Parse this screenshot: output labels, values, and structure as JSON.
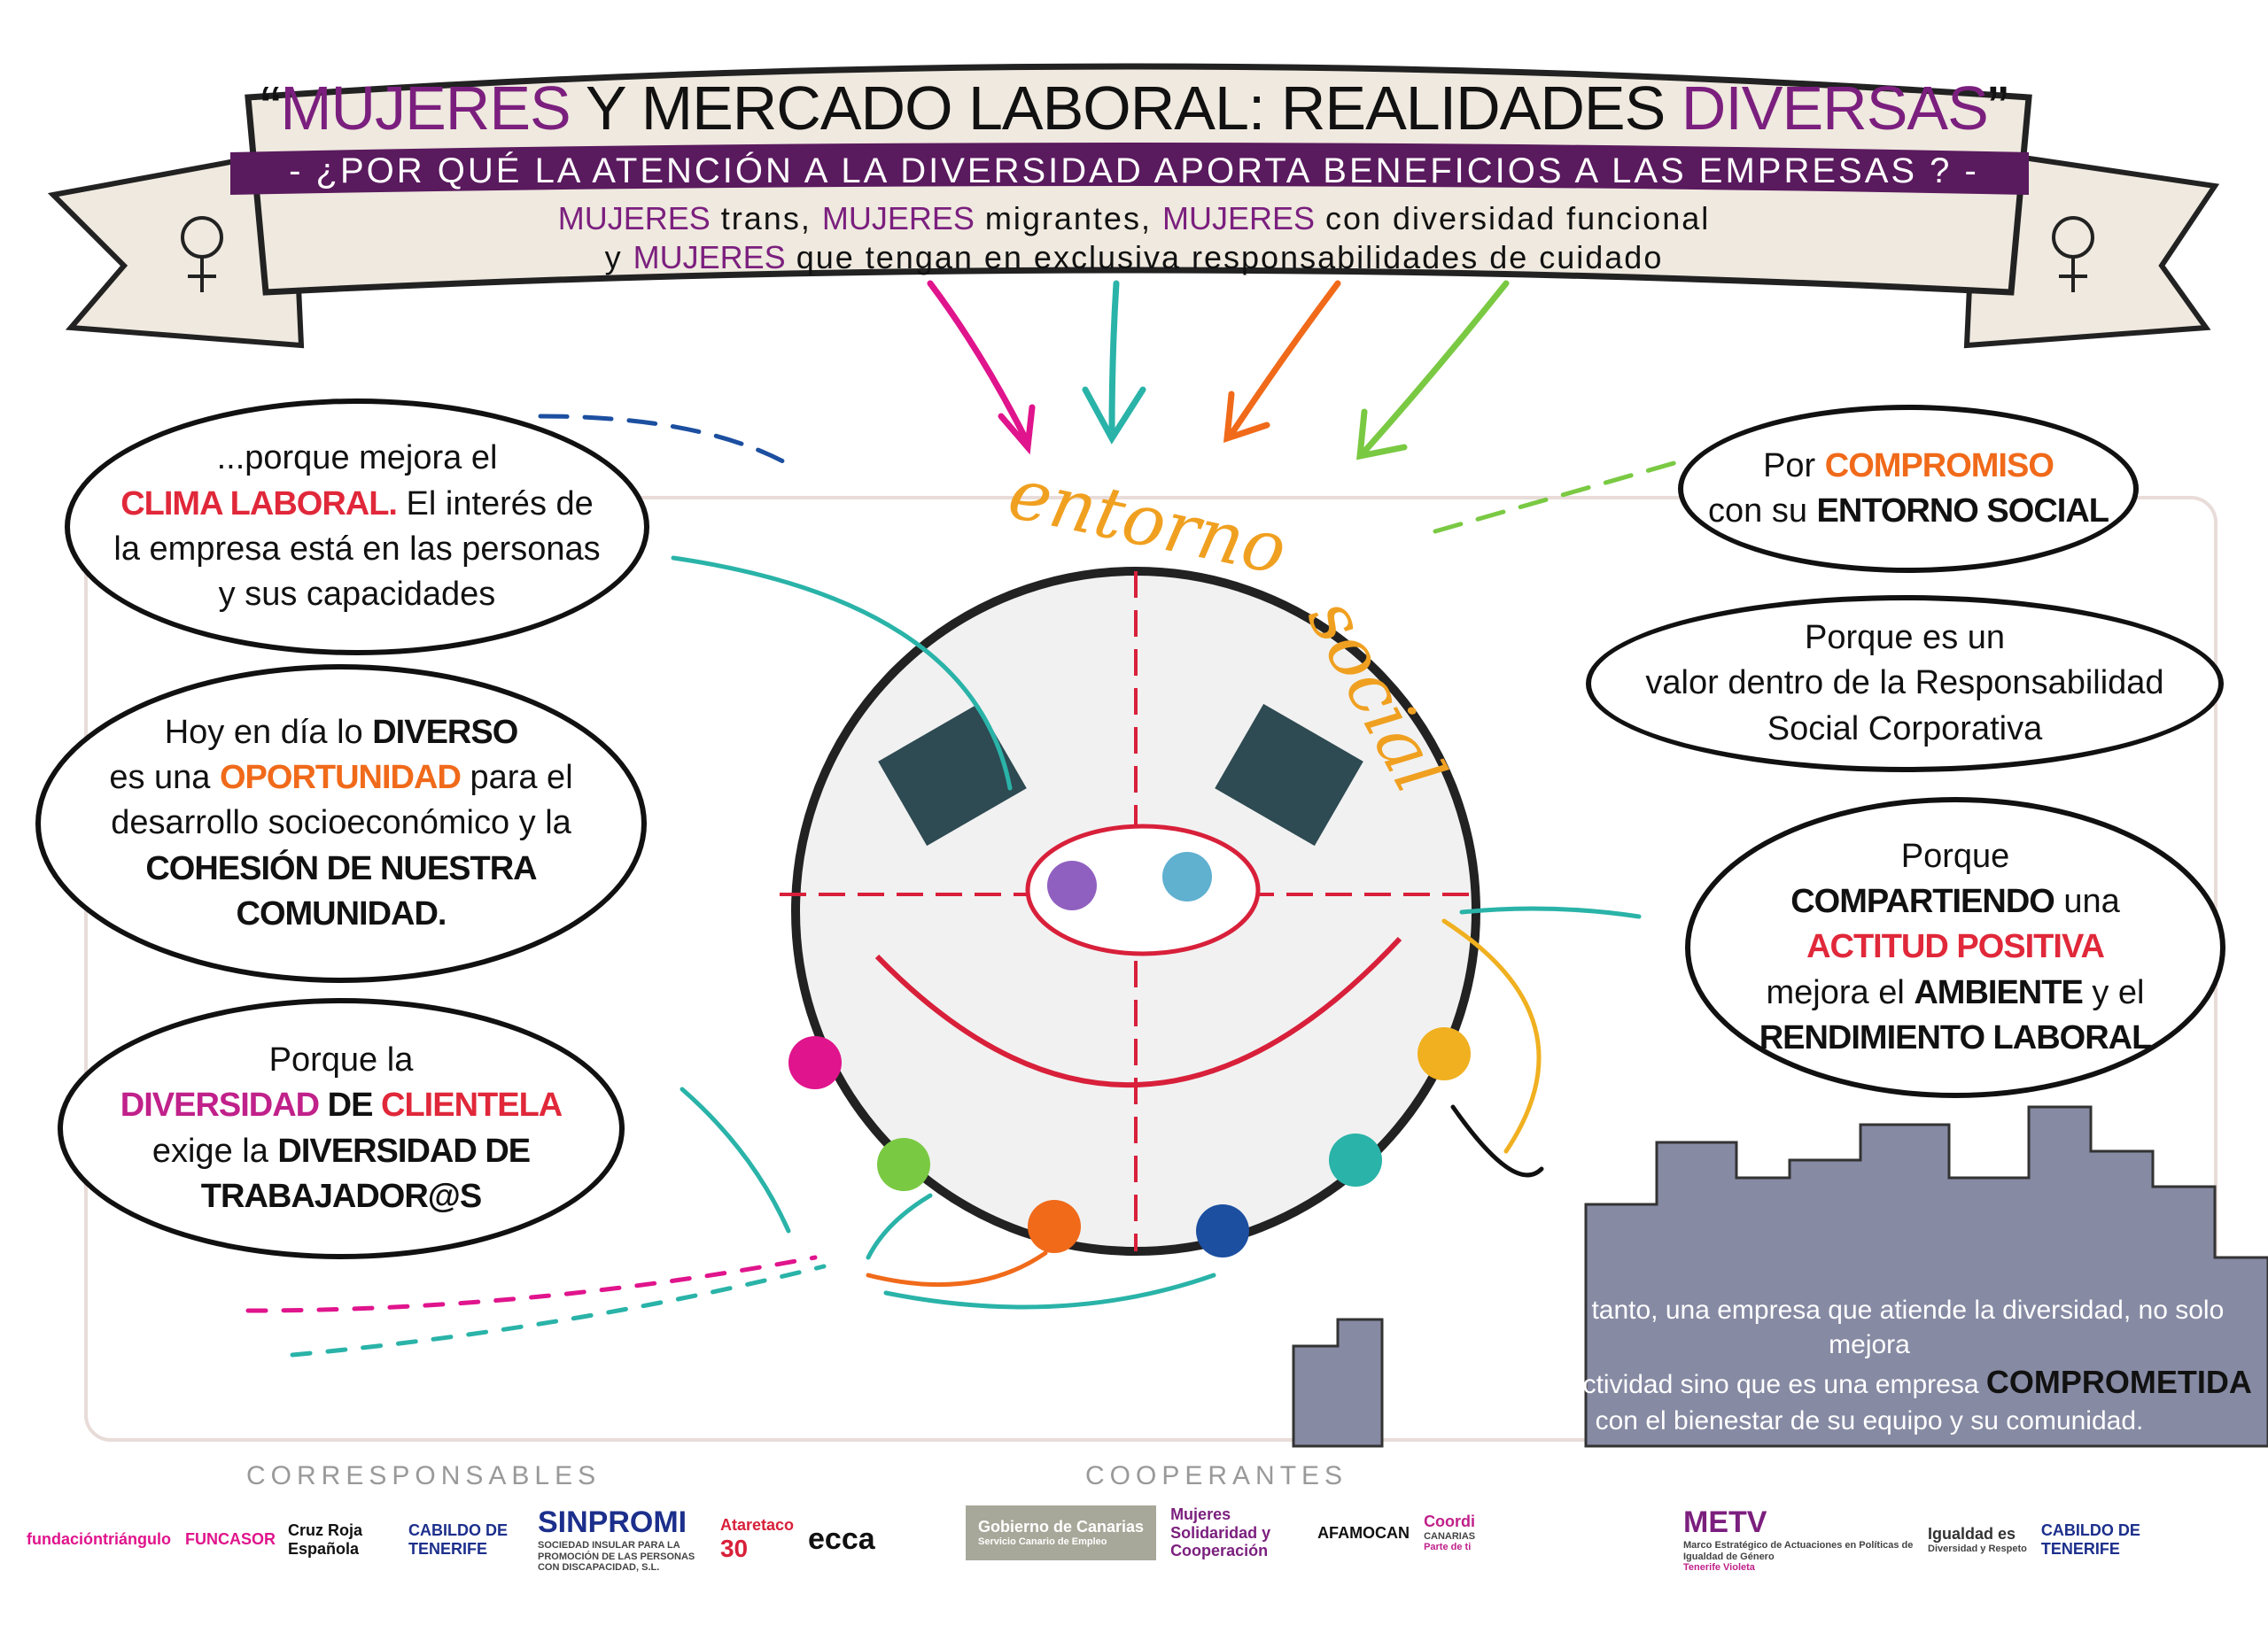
{
  "banner": {
    "title_quote_open": "“",
    "title_highlight_1": "MUJERES",
    "title_main": " Y MERCADO LABORAL: REALIDADES ",
    "title_highlight_2": "DIVERSAS",
    "title_quote_close": "”",
    "subtitle": "- ¿POR QUÉ LA ATENCIÓN A LA DIVERSIDAD APORTA BENEFICIOS A LAS EMPRESAS ? -",
    "line1": [
      {
        "t": "MUJERES",
        "hl": true
      },
      {
        "t": " trans, ",
        "hl": false
      },
      {
        "t": "MUJERES",
        "hl": true
      },
      {
        "t": " migrantes, ",
        "hl": false
      },
      {
        "t": "MUJERES",
        "hl": true
      },
      {
        "t": " con diversidad funcional",
        "hl": false
      }
    ],
    "line2": [
      {
        "t": "y ",
        "hl": false
      },
      {
        "t": "MUJERES",
        "hl": true
      },
      {
        "t": " que tengan en exclusiva responsabilidades de cuidado",
        "hl": false
      }
    ]
  },
  "colors": {
    "purple": "#5a1a5e",
    "highlight": "#7b1f7e",
    "red": "#e0283a",
    "orange": "#f06a1a",
    "city": "#868aa3",
    "entorno": "#f0a020"
  },
  "bubbles": [
    {
      "id": "clima-laboral",
      "lines": [
        [
          {
            "t": "...porque mejora el",
            "c": "#111"
          }
        ],
        [
          {
            "t": "CLIMA LABORAL.",
            "c": "#e0283a",
            "cap": true
          },
          {
            "t": " El interés de",
            "c": "#111"
          }
        ],
        [
          {
            "t": "la empresa está en las personas",
            "c": "#111"
          }
        ],
        [
          {
            "t": "y sus capacidades",
            "c": "#111"
          }
        ]
      ]
    },
    {
      "id": "oportunidad",
      "lines": [
        [
          {
            "t": "Hoy en día lo ",
            "c": "#111"
          },
          {
            "t": "DIVERSO",
            "c": "#111",
            "cap": true
          }
        ],
        [
          {
            "t": "es una ",
            "c": "#111"
          },
          {
            "t": "OPORTUNIDAD",
            "c": "#f06a1a",
            "cap": true
          },
          {
            "t": " para el",
            "c": "#111"
          }
        ],
        [
          {
            "t": "desarrollo socioeconómico y la",
            "c": "#111"
          }
        ],
        [
          {
            "t": "COHESIÓN DE NUESTRA",
            "c": "#111",
            "cap": true
          }
        ],
        [
          {
            "t": "COMUNIDAD.",
            "c": "#111",
            "cap": true
          }
        ]
      ]
    },
    {
      "id": "clientela",
      "lines": [
        [
          {
            "t": "Porque la",
            "c": "#111"
          }
        ],
        [
          {
            "t": "DIVERSIDAD",
            "c": "#c0218a",
            "cap": true
          },
          {
            "t": " DE ",
            "c": "#111",
            "cap": true
          },
          {
            "t": "CLIENTELA",
            "c": "#e0283a",
            "cap": true
          }
        ],
        [
          {
            "t": "exige la ",
            "c": "#111"
          },
          {
            "t": "DIVERSIDAD DE",
            "c": "#111",
            "cap": true
          }
        ],
        [
          {
            "t": "TRABAJADOR@S",
            "c": "#111",
            "cap": true
          }
        ]
      ]
    },
    {
      "id": "compromiso",
      "lines": [
        [
          {
            "t": "Por ",
            "c": "#111"
          },
          {
            "t": "COMPROMISO",
            "c": "#f06a1a",
            "cap": true
          }
        ],
        [
          {
            "t": "con su ",
            "c": "#111"
          },
          {
            "t": "ENTORNO SOCIAL",
            "c": "#111",
            "cap": true
          }
        ]
      ]
    },
    {
      "id": "rsc",
      "lines": [
        [
          {
            "t": "Porque es un",
            "c": "#111"
          }
        ],
        [
          {
            "t": "valor dentro de la Responsabilidad",
            "c": "#111"
          }
        ],
        [
          {
            "t": "Social Corporativa",
            "c": "#111"
          }
        ]
      ]
    },
    {
      "id": "actitud-positiva",
      "lines": [
        [
          {
            "t": "Porque",
            "c": "#111"
          }
        ],
        [
          {
            "t": "COMPARTIENDO",
            "c": "#111",
            "cap": true
          },
          {
            "t": " una",
            "c": "#111"
          }
        ],
        [
          {
            "t": "ACTITUD POSITIVA",
            "c": "#e0283a",
            "cap": true
          }
        ],
        [
          {
            "t": "mejora el ",
            "c": "#111"
          },
          {
            "t": "AMBIENTE",
            "c": "#111",
            "cap": true
          },
          {
            "t": " y el",
            "c": "#111"
          }
        ],
        [
          {
            "t": "RENDIMIENTO LABORAL",
            "c": "#111",
            "cap": true
          }
        ]
      ]
    }
  ],
  "entorno": {
    "word1": "entorno",
    "word2": "social"
  },
  "conclusion": {
    "line1": "Por lo tanto, una empresa que atiende la diversidad, no solo mejora",
    "line2_a": "la productividad sino que es una empresa ",
    "line2_b": "COMPROMETIDA",
    "line3": "con el bienestar de su equipo y su comunidad."
  },
  "footer": {
    "corresponsables_label": "CORRESPONSABLES",
    "cooperantes_label": "COOPERANTES",
    "corresponsables": [
      {
        "name": "fundacióntriángulo",
        "color": "#e0148c"
      },
      {
        "name": "FUNCASOR",
        "color": "#e0148c"
      },
      {
        "name": "Cruz Roja Española",
        "color": "#111"
      },
      {
        "name": "CABILDO DE TENERIFE",
        "color": "#1c2f8c"
      },
      {
        "name": "SINPROMI",
        "sub": "SOCIEDAD INSULAR PARA LA PROMOCIÓN DE LAS PERSONAS CON DISCAPACIDAD, S.L.",
        "color": "#1c2f8c"
      },
      {
        "name": "Ataretaco",
        "extra": "30",
        "color": "#d8203a"
      },
      {
        "name": "ecca",
        "color": "#111"
      }
    ],
    "cooperantes": [
      {
        "name": "Gobierno de Canarias",
        "sub": "Servicio Canario de Empleo",
        "color": "#fff"
      },
      {
        "name": "Mujeres Solidaridad y Cooperación",
        "color": "#7b1f7e"
      },
      {
        "name": "AFAMOCAN",
        "color": "#111"
      },
      {
        "name": "Coordi",
        "sub": "CANARIAS",
        "tag": "Parte de ti",
        "color": "#c0218a"
      }
    ],
    "institutional": [
      {
        "name": "METV",
        "sub": "Marco Estratégico de Actuaciones en Políticas de Igualdad de Género",
        "tag": "Tenerife Violeta",
        "color": "#7b1f7e"
      },
      {
        "name": "Igualdad es",
        "sub": "Diversidad y Respeto",
        "color": "#333"
      },
      {
        "name": "CABILDO DE TENERIFE",
        "color": "#1c2f8c"
      }
    ]
  }
}
